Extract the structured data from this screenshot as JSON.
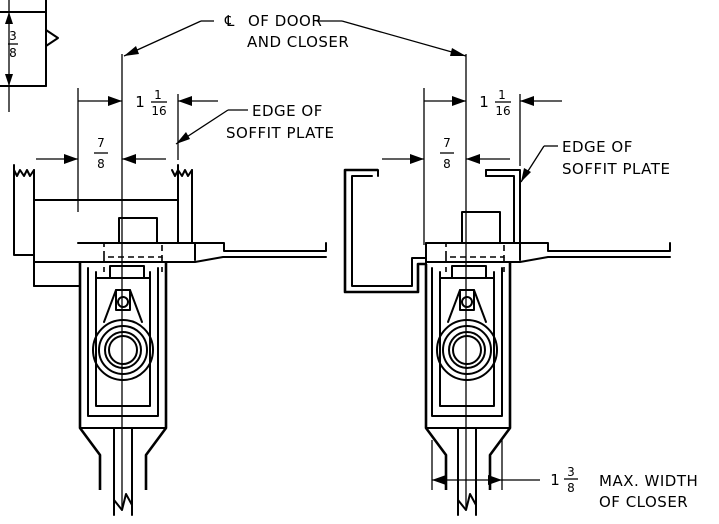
{
  "labels": {
    "centerline_symbol": "℄",
    "centerline_line1": "OF DOOR",
    "centerline_line2": "AND CLOSER",
    "edge_left_line1": "EDGE OF",
    "edge_left_line2": "SOFFIT PLATE",
    "edge_right_line1": "EDGE OF",
    "edge_right_line2": "SOFFIT PLATE",
    "max_width_line1": "MAX. WIDTH",
    "max_width_line2": "OF CLOSER"
  },
  "dimensions": {
    "top_left": {
      "whole": "",
      "num": "3",
      "den": "8"
    },
    "left_offset": {
      "whole": "1",
      "num": "1",
      "den": "16"
    },
    "left_seven_eighths": {
      "whole": "",
      "num": "7",
      "den": "8"
    },
    "right_offset": {
      "whole": "1",
      "num": "1",
      "den": "16"
    },
    "right_seven_eighths": {
      "whole": "",
      "num": "7",
      "den": "8"
    },
    "closer_width": {
      "whole": "1",
      "num": "3",
      "den": "8"
    }
  }
}
